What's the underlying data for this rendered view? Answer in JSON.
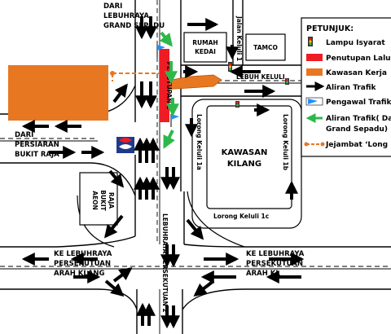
{
  "labels": {
    "dari_grand_sepadu": [
      "DARI",
      "LEBUHRAYA",
      "GRAND SEPADU"
    ],
    "dari_bukit_raja": [
      "DARI",
      "PERSIARAN",
      "BUKIT RAJA"
    ],
    "ke_klang": [
      "KE LEBUHRAYA",
      "PERSEKUTUAN",
      "ARAH KLANG"
    ],
    "ke_kl": [
      "KE LEBUHRAYA",
      "PERSEKUTUAN",
      "ARAH KL"
    ]
  },
  "buildings": {
    "rumah_kedai": [
      "RUMAH",
      "KEDAI"
    ],
    "tamco": "TAMCO",
    "kawasan_kilang": [
      "KAWASAN",
      "KILANG"
    ],
    "aeon": [
      "AEON",
      "BUKIT",
      "RAJA"
    ]
  },
  "roads": {
    "jalan_keluli_1": "Jalan Keluli 1",
    "lebuh_keluli": "LEBUH KELULI",
    "lorong_keluli_1a": "Lorong Keluli 1a",
    "lorong_keluli_1b": "Lorong Keluli 1b",
    "lorong_keluli_1c": "Lorong Keluli 1c",
    "lebuhraya_persekutuan": "LEBUHRAYA PERSEKUTUAN 2",
    "penutupan_label": "PENUTUPAN 2"
  },
  "legend": {
    "title": "PETUNJUK:",
    "items": [
      {
        "icon": "traffic-light-icon",
        "label": "Lampu Isyarat"
      },
      {
        "icon": "red-box-icon",
        "label": "Penutupan Lalu"
      },
      {
        "icon": "orange-box-icon",
        "label": "Kawasan Kerja"
      },
      {
        "icon": "black-arrow-icon",
        "label": "Aliran Trafik"
      },
      {
        "icon": "flag-icon",
        "label": "Pengawal Trafik"
      },
      {
        "icon": "green-arrow-icon",
        "label": "Aliran Trafik( Da"
      },
      {
        "icon": "",
        "label": "Grand Sepadu)"
      },
      {
        "icon": "dashed-line-icon",
        "label": "Jejambat ‘Long"
      }
    ]
  },
  "colors": {
    "closure": "#ee1c24",
    "work_area": "#e87722",
    "green_arrow": "#2eb84a",
    "flag": "#1e90ff",
    "dash": "#e87722"
  }
}
